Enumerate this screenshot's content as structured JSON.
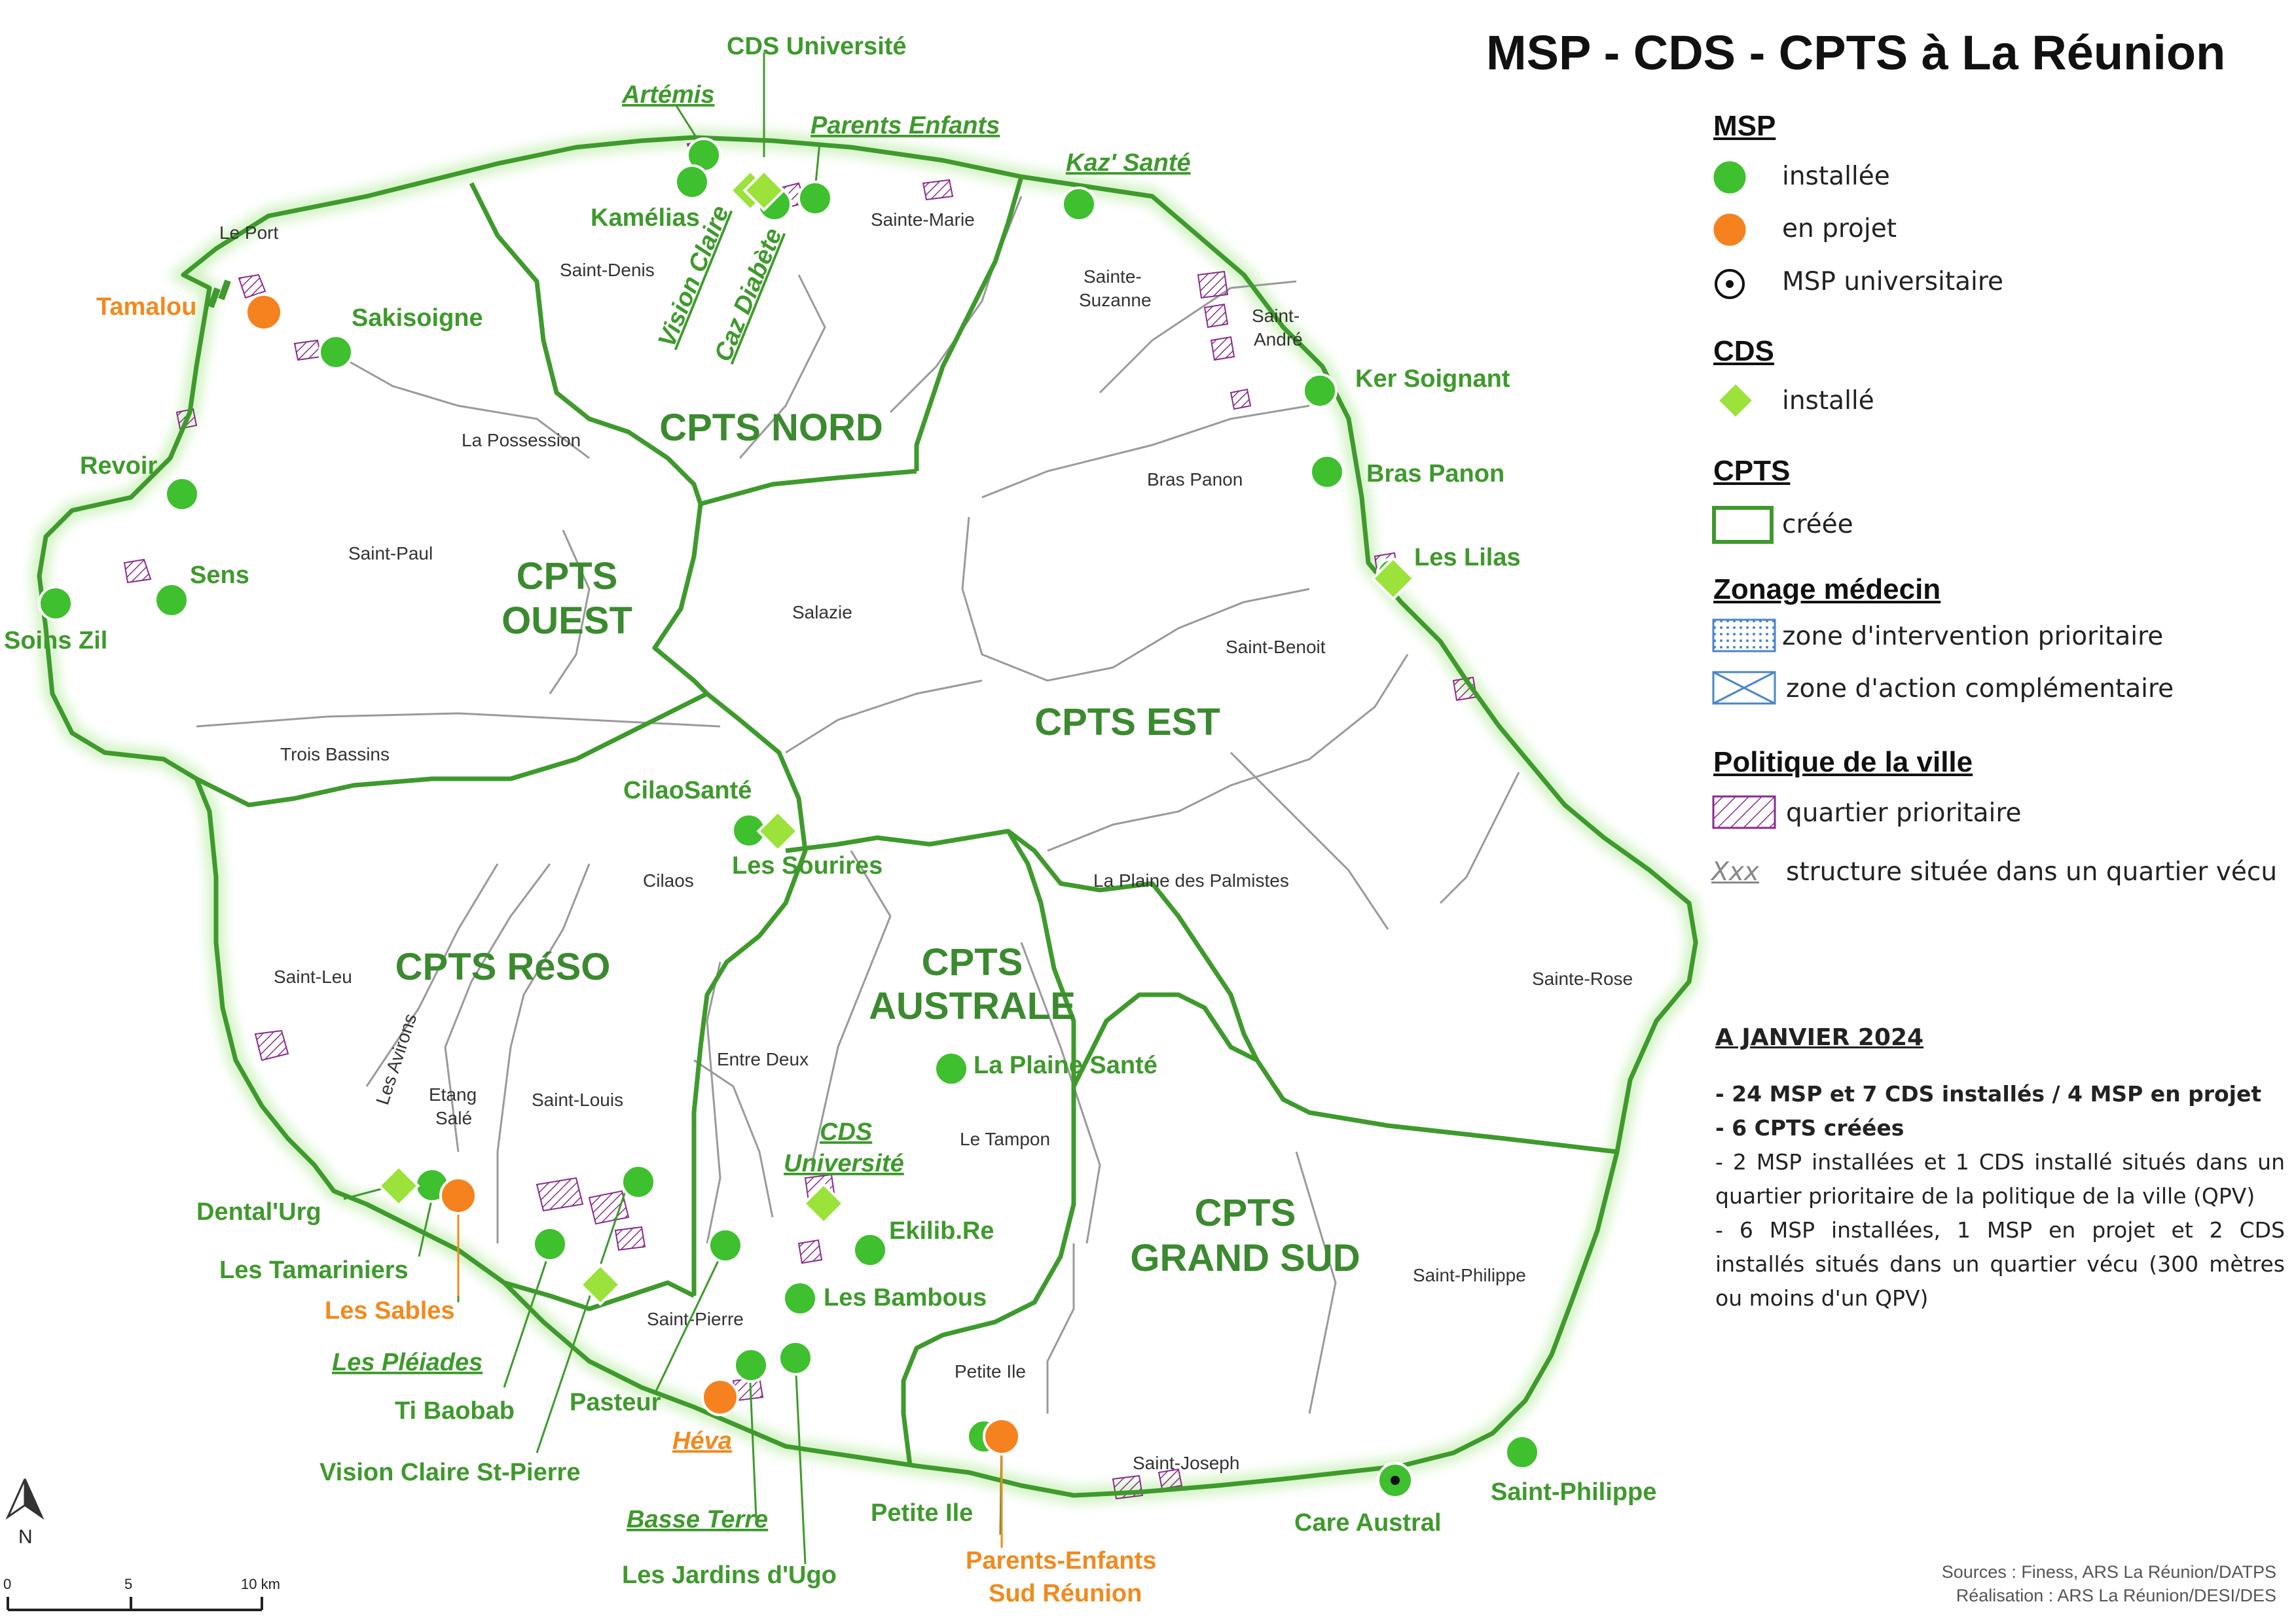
{
  "title": "MSP - CDS - CPTS à La Réunion",
  "legend": {
    "msp_heading": "MSP",
    "msp_installed": "installée",
    "msp_project": "en projet",
    "msp_university": "MSP universitaire",
    "cds_heading": "CDS",
    "cds_installed": "installé",
    "cpts_heading": "CPTS",
    "cpts_created": "créée",
    "zonage_heading": "Zonage médecin",
    "zip": "zone d'intervention prioritaire",
    "zac": "zone d'action complémentaire",
    "politique_heading": "Politique de la ville",
    "qp": "quartier prioritaire",
    "xxx_symbol": "Xxx",
    "vecu": "structure située dans un quartier vécu",
    "colors": {
      "installed": "#3fc02e",
      "project": "#f5821f",
      "cds": "#9be23a",
      "cpts_border": "#3e9a2c",
      "qp_hatch": "#8a2b8c"
    }
  },
  "notes": {
    "date": "A JANVIER 2024",
    "line1": "- 24 MSP et 7 CDS installés / 4 MSP en projet",
    "line2": "- 6 CPTS créées",
    "line3": "- 2 MSP installées et 1 CDS installé situés dans un quartier prioritaire de la politique de la ville (QPV)",
    "line4": "- 6 MSP installées, 1 MSP en projet et 2 CDS installés situés dans un quartier vécu (300 mètres ou moins d'un QPV)"
  },
  "sources": {
    "line1": "Sources : Finess, ARS La Réunion/DATPS",
    "line2": "Réalisation : ARS La Réunion/DESI/DES"
  },
  "scale": {
    "n": "N",
    "t0": "0",
    "t5": "5",
    "t10": "10 km"
  },
  "cpts": {
    "nord": "CPTS NORD",
    "ouest1": "CPTS",
    "ouest2": "OUEST",
    "est": "CPTS EST",
    "reso": "CPTS RéSO",
    "australe1": "CPTS",
    "australe2": "AUSTRALE",
    "grandsud1": "CPTS",
    "grandsud2": "GRAND SUD"
  },
  "communes": {
    "le_port": "Le Port",
    "saint_denis": "Saint-Denis",
    "sainte_marie": "Sainte-Marie",
    "sainte_suzanne_1": "Sainte-",
    "sainte_suzanne_2": "Suzanne",
    "saint_andre_1": "Saint-",
    "saint_andre_2": "André",
    "la_possession": "La Possession",
    "saint_paul": "Saint-Paul",
    "bras_panon": "Bras Panon",
    "salazie": "Salazie",
    "saint_benoit": "Saint-Benoit",
    "trois_bassins": "Trois Bassins",
    "cilaos": "Cilaos",
    "la_plaine_des_palmistes": "La Plaine des Palmistes",
    "saint_leu": "Saint-Leu",
    "les_avirons": "Les Avirons",
    "etang_sale_1": "Etang",
    "etang_sale_2": "Salé",
    "saint_louis": "Saint-Louis",
    "entre_deux": "Entre Deux",
    "le_tampon": "Le Tampon",
    "sainte_rose": "Sainte-Rose",
    "saint_pierre": "Saint-Pierre",
    "petite_ile": "Petite Ile",
    "saint_joseph": "Saint-Joseph",
    "saint_philippe": "Saint-Philippe"
  },
  "structures": {
    "cds_universite": "CDS Université",
    "artemis": "Artémis",
    "parents_enfants": "Parents Enfants",
    "kamelias": "Kamélias",
    "vision_claire": "Vision Claire",
    "caz_diabete": "Caz Diabète",
    "kaz_sante": "Kaz' Santé",
    "tamalou": "Tamalou",
    "sakisoigne": "Sakisoigne",
    "ker_soignant": "Ker Soignant",
    "bras_panon": "Bras Panon",
    "revoir": "Revoir",
    "les_lilas": "Les Lilas",
    "sens": "Sens",
    "soins_zil": "Soins Zil",
    "cilaosante": "CilaoSanté",
    "les_sourires": "Les Sourires",
    "la_plaine_sante": "La Plaine Santé",
    "cds_universite_sud_1": "CDS",
    "cds_universite_sud_2": "Université",
    "ekilib_re": "Ekilib.Re",
    "dental_urg": "Dental'Urg",
    "les_tamariniers": "Les Tamariniers",
    "les_sables": "Les Sables",
    "les_bambous": "Les Bambous",
    "les_pleiades": "Les Pléiades",
    "ti_baobab": "Ti Baobab",
    "pasteur": "Pasteur",
    "heva": "Héva",
    "vision_claire_st_pierre": "Vision Claire St-Pierre",
    "basse_terre": "Basse Terre",
    "petite_ile": "Petite Ile",
    "les_jardins_d_ugo": "Les Jardins d'Ugo",
    "parents_enfants_sud_1": "Parents-Enfants",
    "parents_enfants_sud_2": "Sud Réunion",
    "care_austral": "Care Austral",
    "saint_philippe": "Saint-Philippe"
  }
}
